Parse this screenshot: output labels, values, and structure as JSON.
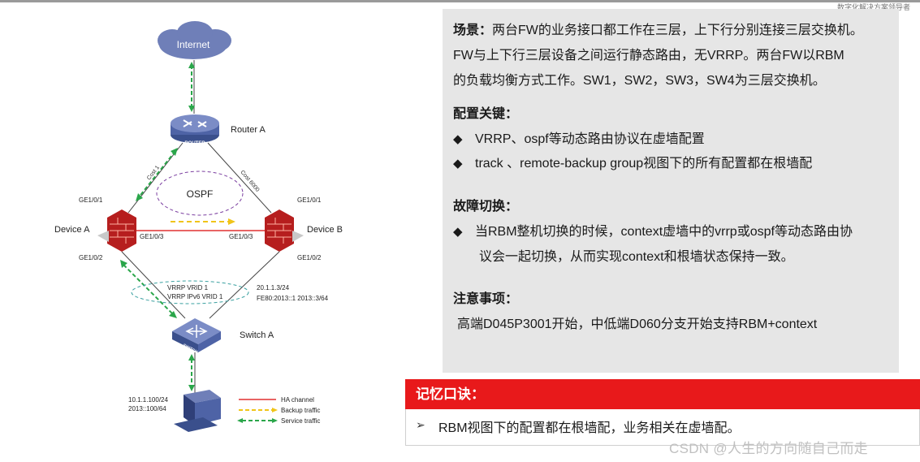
{
  "header": {
    "brand": "数字化解决方案领导者"
  },
  "diagram": {
    "internet": "Internet",
    "router": {
      "name": "Router A",
      "badge": "ROUTER"
    },
    "device_a": {
      "name": "Device A",
      "port_up": "GE1/0/1",
      "port_ha": "GE1/0/3",
      "port_down": "GE1/0/2"
    },
    "device_b": {
      "name": "Device B",
      "port_up": "GE1/0/1",
      "port_ha": "GE1/0/3",
      "port_down": "GE1/0/2"
    },
    "cost_a": "Cost 1",
    "cost_b": "Cost 6000",
    "ospf": "OSPF",
    "vrrp1": "VRRP VRID 1",
    "vrrp2": "VRRP IPv6 VRID 1",
    "addr_b1": "20.1.1.3/24",
    "addr_b2": "FE80:2013::1 2013::3/64",
    "switch": {
      "name": "Switch A",
      "badge": "SWITCH"
    },
    "pc_addr1": "10.1.1.100/24",
    "pc_addr2": "2013::100/64",
    "legend": {
      "ha": "HA channel",
      "backup": "Backup traffic",
      "service": "Service traffic"
    },
    "colors": {
      "ha": "#e03030",
      "backup": "#f0c419",
      "service": "#2aa64a",
      "ospf_ring": "#7b3fa0",
      "vrrp_ring": "#3aa0a0"
    }
  },
  "info": {
    "scenario_heading": "场景：",
    "scenario_line1": "两台FW的业务接口都工作在三层，上下行分别连接三层交换机。",
    "scenario_line2": "FW与上下行三层设备之间运行静态路由，无VRRP。两台FW以RBM",
    "scenario_line3": "的负载均衡方式工作。SW1，SW2，SW3，SW4为三层交换机。",
    "config_heading": "配置关键：",
    "config_items": [
      "VRRP、ospf等动态路由协议在虚墙配置",
      "track 、remote-backup group视图下的所有配置都在根墙配"
    ],
    "failover_heading": "故障切换：",
    "failover_line1": "当RBM整机切换的时候，context虚墙中的vrrp或ospf等动态路由协",
    "failover_line2": "议会一起切换，从而实现context和根墙状态保持一致。",
    "notes_heading": "注意事项：",
    "notes_text": "高端D045P3001开始，中低端D060分支开始支持RBM+context",
    "bullet_char": "◆"
  },
  "memory": {
    "title": "记忆口诀：",
    "arrow": "➢",
    "text": "RBM视图下的配置都在根墙配，业务相关在虚墙配。"
  },
  "watermark": "CSDN @人生的方向随自己而走"
}
